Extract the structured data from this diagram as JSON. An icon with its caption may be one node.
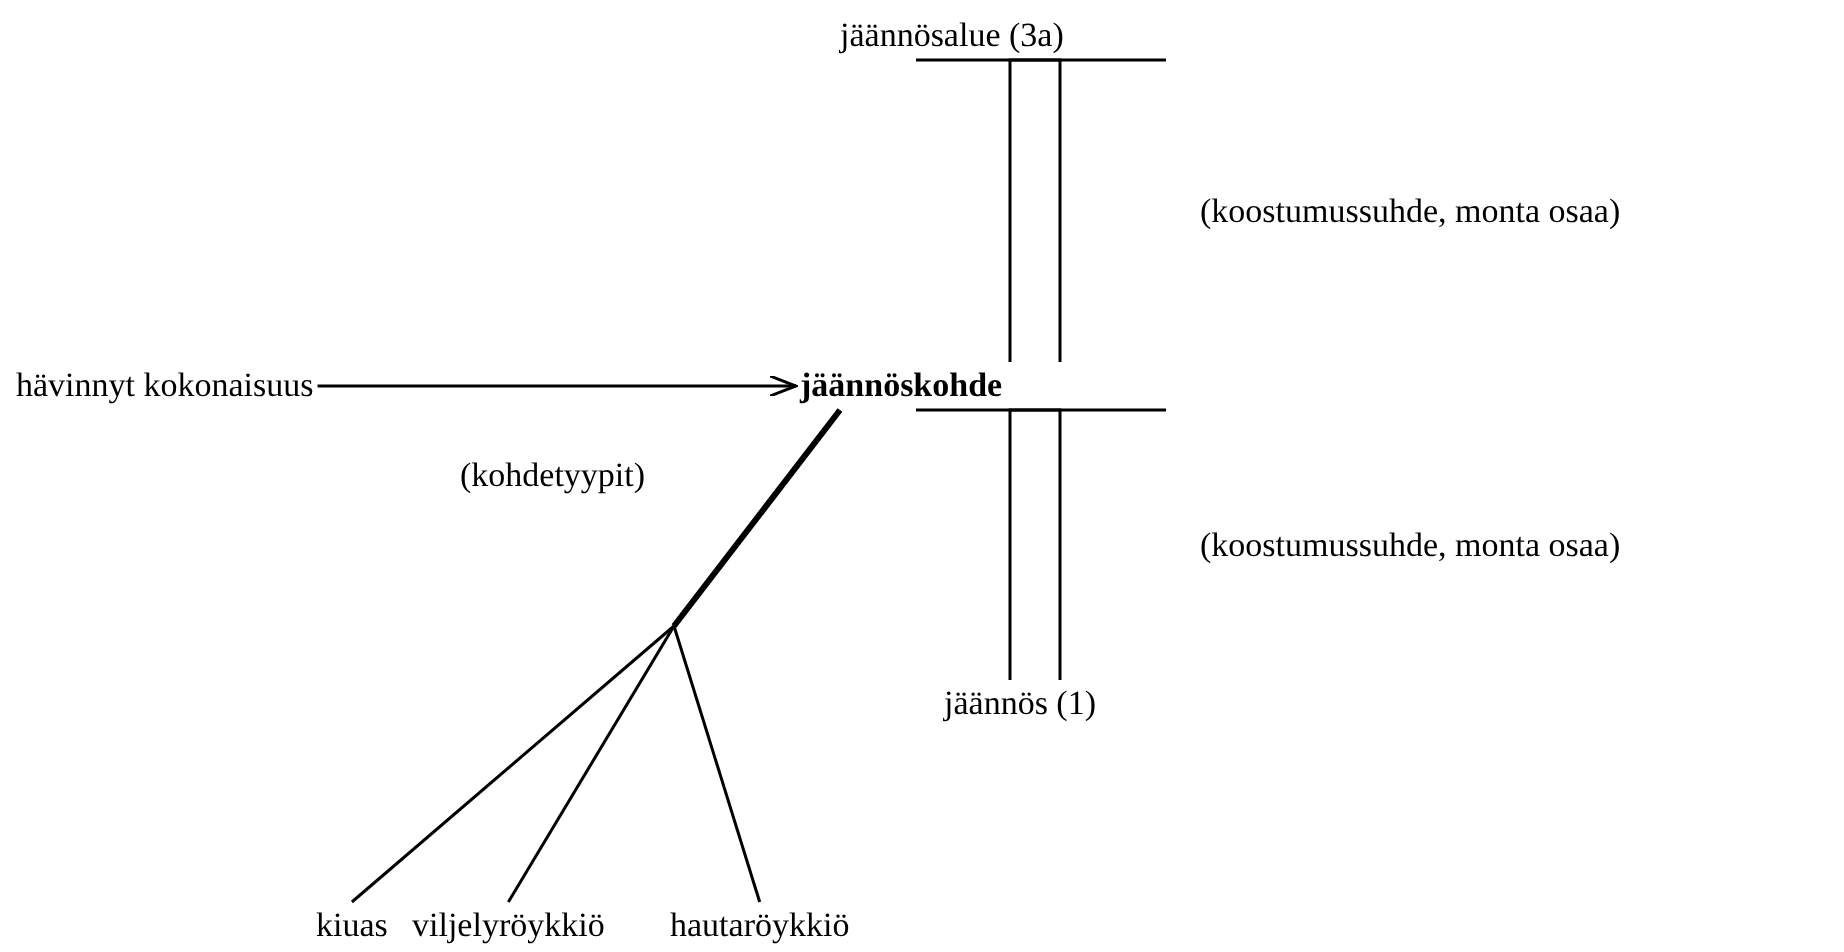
{
  "diagram": {
    "nodes": [
      {
        "text": [
          "jäännösalue (3a)"
        ]
      },
      {
        "text": [
          "hävinnyt kokonaisuus"
        ]
      },
      {
        "text": [
          "jäännöskohde"
        ]
      },
      {
        "text": [
          "jäännös (1)"
        ]
      },
      {
        "text": [
          "kiuas"
        ]
      },
      {
        "text": [
          "viljelyröykkiö"
        ]
      },
      {
        "text": [
          "hautaröykkiö"
        ]
      }
    ],
    "edges": [
      {
        "from": 2,
        "to": 0,
        "arrow": "other",
        "label": "(koostumussuhde, monta osaa)"
      },
      {
        "from": 1,
        "to": 2,
        "arrow": "to"
      },
      {
        "from": 3,
        "to": 2,
        "arrow": "other",
        "label": "(koostumussuhde, monta osaa)"
      },
      {
        "from": 4,
        "to": 2,
        "arrow": "none"
      },
      {
        "from": 5,
        "to": 2,
        "arrow": "none"
      },
      {
        "from": 6,
        "to": 2,
        "arrow": "none"
      }
    ],
    "labels": [
      "(kohdetyypit)"
    ]
  }
}
